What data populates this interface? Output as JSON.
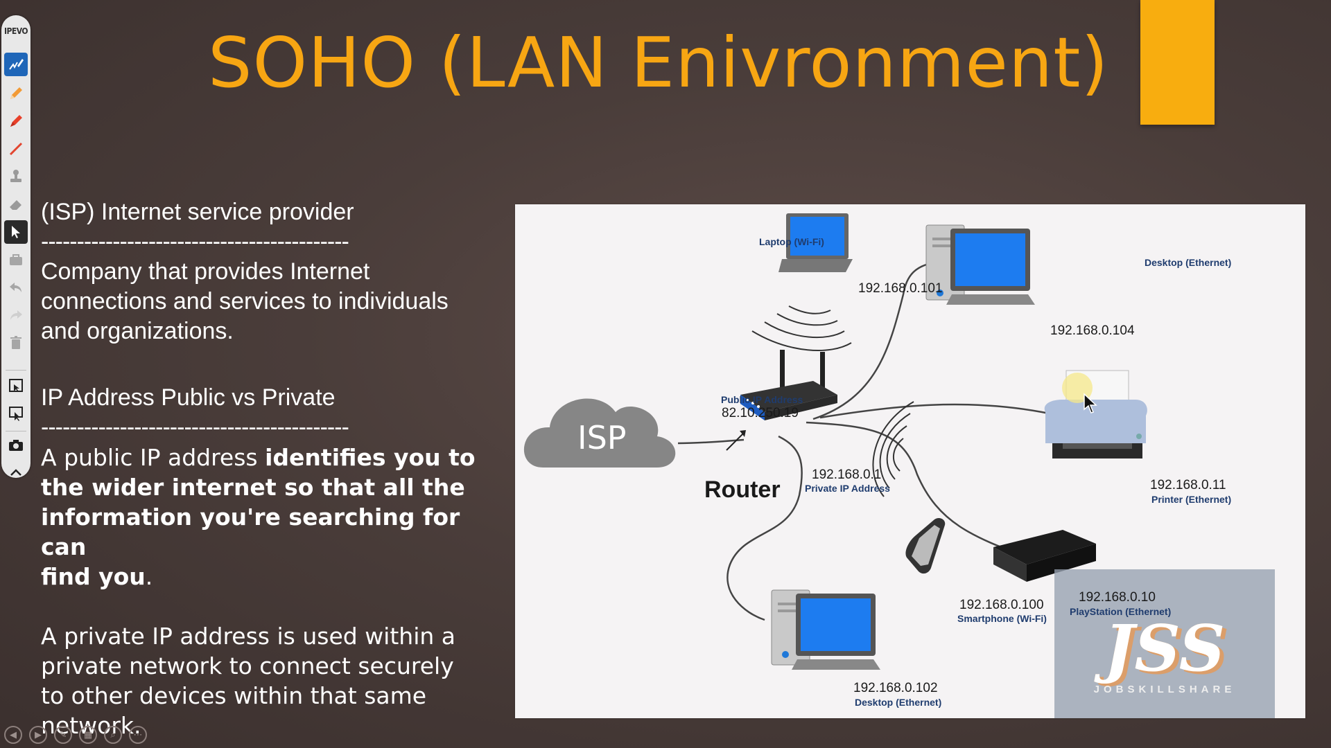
{
  "slide": {
    "title": "SOHO (LAN Enivronment)",
    "accent_color": "#f8ad0f",
    "title_color": "#f7a613"
  },
  "toolbar": {
    "brand": "IPEVO",
    "tools": [
      "annotate-pen-icon",
      "pencil-icon",
      "marker-icon",
      "line-icon",
      "stamp-icon",
      "eraser-icon",
      "pointer-icon",
      "toolbox-icon",
      "undo-icon",
      "redo-icon",
      "trash-icon",
      "whiteboard-icon",
      "capture-icon",
      "camera-icon",
      "collapse-icon"
    ]
  },
  "text": {
    "isp_heading": "(ISP) Internet service provider",
    "divider1": "-------------------------------------------",
    "isp_body_1": "Company that provides Internet",
    "isp_body_2": "connections and services to individuals",
    "isp_body_3": "and organizations.",
    "ip_heading": "IP Address Public vs Private",
    "divider2": "-------------------------------------------",
    "public_plain": "A public IP address ",
    "public_bold_1": "identifies you to",
    "public_bold_2": "the wider internet so that all the",
    "public_bold_3": "information you're searching for can",
    "public_bold_4": "find you",
    "public_end": ".",
    "private_1": "A private IP address is used within a",
    "private_2": "private network to connect securely",
    "private_3": "to other devices within that same",
    "private_4": "network."
  },
  "diagram": {
    "isp": "ISP",
    "public_ip_label": "Public IP Address",
    "public_ip": "82.10.250.19",
    "router_ip": "192.168.0.1",
    "router_ip_label": "Private IP Address",
    "router": "Router",
    "laptop_label": "Laptop (Wi-Fi)",
    "laptop_ip": "192.168.0.101",
    "desktop1_label": "Desktop (Ethernet)",
    "desktop1_ip": "192.168.0.104",
    "printer_ip": "192.168.0.11",
    "printer_label": "Printer (Ethernet)",
    "playstation_ip": "192.168.0.10",
    "playstation_label": "PlayStation (Ethernet)",
    "smartphone_ip": "192.168.0.100",
    "smartphone_label": "Smartphone (Wi-Fi)",
    "desktop2_ip": "192.168.0.102",
    "desktop2_label": "Desktop (Ethernet)",
    "watermark_logo": "JSS",
    "watermark_text": "JOBSKILLSHARE"
  },
  "bottom_nav": [
    "prev-icon",
    "next-icon",
    "pen-icon",
    "slides-icon",
    "zoom-icon",
    "more-icon"
  ]
}
